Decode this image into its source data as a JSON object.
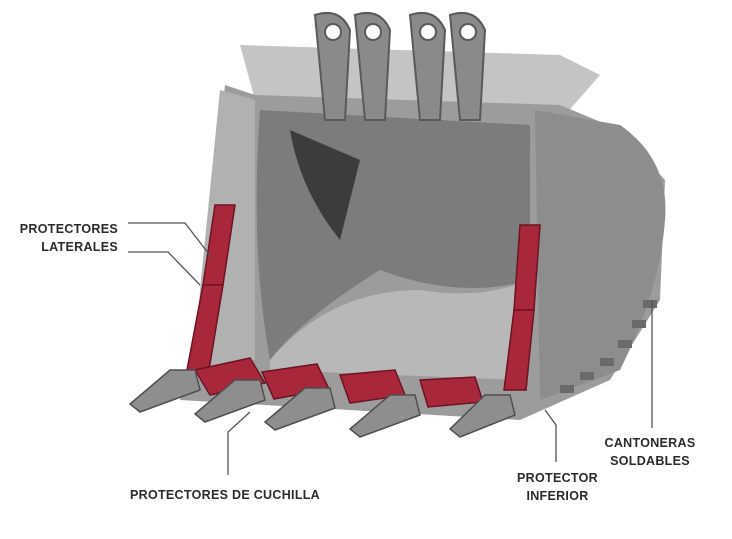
{
  "labels": {
    "side_protectors": [
      "PROTECTORES",
      "LATERALES"
    ],
    "blade_protectors": "PROTECTORES DE CUCHILLA",
    "bottom_protector": [
      "PROTECTOR",
      "INFERIOR"
    ],
    "weld_on_corners": [
      "CANTONERAS",
      "SOLDABLES"
    ]
  },
  "colors": {
    "steel": "#a9a9a9",
    "steel_dark": "#6e6e6e",
    "protector_red": "#a8273a",
    "leader_line": "#555555"
  }
}
